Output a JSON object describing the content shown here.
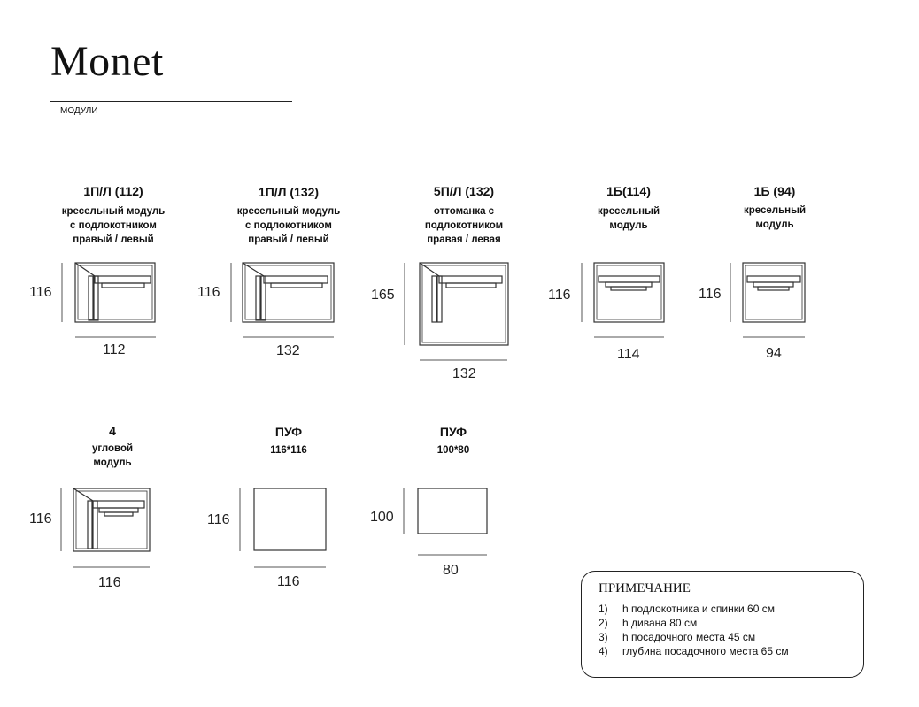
{
  "header": {
    "brand": "Monet",
    "subtitle": "МОДУЛИ"
  },
  "modules": [
    {
      "title": "1П/Л (112)",
      "desc": [
        "кресельный модуль",
        "с подлокотником",
        "правый / левый"
      ],
      "height": "116",
      "width": "112",
      "icon": "corner-armrest-module-icon"
    },
    {
      "title": "1П/Л (132)",
      "desc": [
        "кресельный модуль",
        "с подлокотником",
        "правый / левый"
      ],
      "height": "116",
      "width": "132",
      "icon": "corner-armrest-module-icon"
    },
    {
      "title": "5П/Л (132)",
      "desc": [
        "оттоманка с",
        "подлокотником",
        "правая / левая"
      ],
      "height": "165",
      "width": "132",
      "icon": "ottoman-module-icon"
    },
    {
      "title": "1Б(114)",
      "desc": [
        "кресельный",
        "модуль"
      ],
      "height": "116",
      "width": "114",
      "icon": "armchair-module-icon"
    },
    {
      "title": "1Б (94)",
      "desc": [
        "кресельный",
        "модуль"
      ],
      "height": "116",
      "width": "94",
      "icon": "armchair-module-icon"
    },
    {
      "title": "4",
      "desc": [
        "угловой",
        "модуль"
      ],
      "height": "116",
      "width": "116",
      "icon": "corner-module-icon"
    },
    {
      "title": "ПУФ",
      "desc": [
        "116*116"
      ],
      "height": "116",
      "width": "116",
      "icon": "pouf-icon"
    },
    {
      "title": "ПУФ",
      "desc": [
        "100*80"
      ],
      "height": "100",
      "width": "80",
      "icon": "pouf-icon"
    }
  ],
  "note": {
    "title": "ПРИМЕЧАНИЕ",
    "items": [
      {
        "num": "1)",
        "text": "h подлокотника и спинки 60 см"
      },
      {
        "num": "2)",
        "text": "h дивана 80 см"
      },
      {
        "num": "3)",
        "text": "h посадочного места 45 см"
      },
      {
        "num": "4)",
        "text": "глубина посадочного места 65 см"
      }
    ]
  }
}
